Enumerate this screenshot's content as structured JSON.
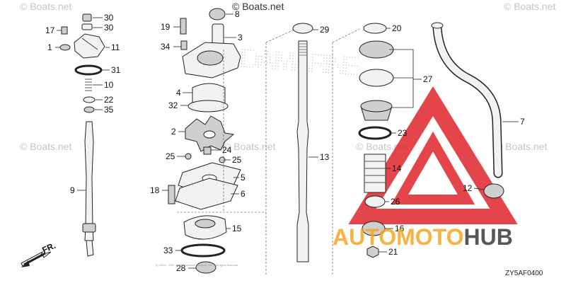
{
  "watermarks": [
    "© Boats.net",
    "© Boats.net",
    "© Boats.net",
    "© Boats.net",
    "© Boats.net",
    "© Boats.net"
  ],
  "top_copyright": "© Boats.net",
  "diagram_code": "ZY5AF0400",
  "front_label": "FR.",
  "fine_print": "(c) 2004 - 2017 by ARI Network Services, Inc. - All rights reserved",
  "brand": {
    "part1": "AUTO",
    "part2": "MOTO",
    "part3": "HUB",
    "color_red": "#e0252b",
    "color_orange": "#f5a623",
    "color_dark": "#3a3a3a"
  },
  "bg_text": "HONDA MARINE",
  "callouts": {
    "c1": "1",
    "c2": "2",
    "c3": "3",
    "c4": "4",
    "c5": "5",
    "c6": "6",
    "c7": "7",
    "c8": "8",
    "c9": "9",
    "c10": "10",
    "c11": "11",
    "c12": "12",
    "c13": "13",
    "c14": "14",
    "c15": "15",
    "c16": "16",
    "c17": "17",
    "c18": "18",
    "c19": "19",
    "c20": "20",
    "c21": "21",
    "c22": "22",
    "c23": "23",
    "c24": "24",
    "c25a": "25",
    "c25b": "25",
    "c26": "26",
    "c27": "27",
    "c28": "28",
    "c29": "29",
    "c30a": "30",
    "c30b": "30",
    "c31": "31",
    "c32": "32",
    "c33": "33",
    "c34": "34",
    "c35": "35"
  }
}
